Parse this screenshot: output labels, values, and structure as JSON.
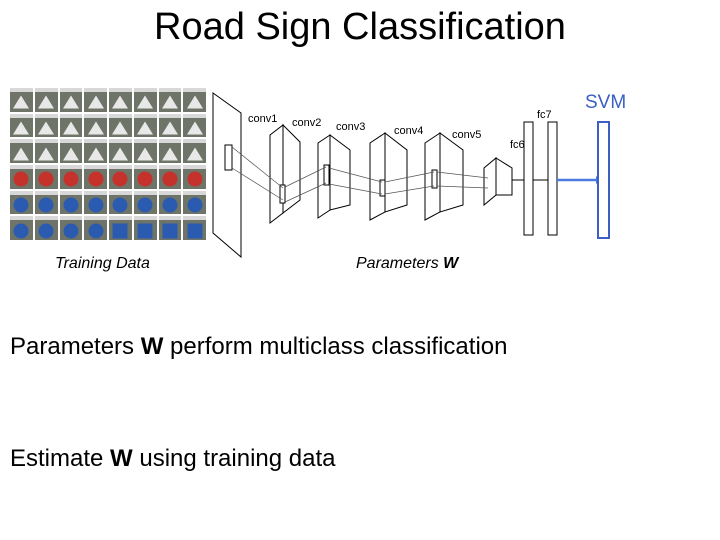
{
  "title": "Road Sign Classification",
  "training_caption": "Training Data",
  "parameters_caption_prefix": "Parameters ",
  "parameters_caption_symbol": "W",
  "svm_label": "SVM",
  "layers": {
    "conv1": "conv1",
    "conv2": "conv2",
    "conv3": "conv3",
    "conv4": "conv4",
    "conv5": "conv5",
    "fc6": "fc6",
    "fc7": "fc7"
  },
  "bullets": [
    {
      "pre": "Parameters ",
      "symbol": "W",
      "post": " perform multiclass classification"
    },
    {
      "pre": "Estimate ",
      "symbol": "W",
      "post": " using training data"
    }
  ],
  "sign_grid": {
    "rows": [
      [
        "triangle",
        "triangle",
        "triangle",
        "triangle",
        "triangle",
        "triangle",
        "triangle",
        "triangle"
      ],
      [
        "triangle",
        "triangle",
        "triangle",
        "triangle",
        "triangle",
        "triangle",
        "triangle",
        "triangle"
      ],
      [
        "triangle",
        "triangle",
        "triangle",
        "triangle",
        "triangle",
        "triangle",
        "triangle",
        "triangle"
      ],
      [
        "circle-red",
        "circle-red",
        "circle-red",
        "circle-red",
        "circle-red",
        "circle-red",
        "circle-red",
        "circle-red"
      ],
      [
        "circle-blue",
        "circle-blue",
        "circle-blue",
        "circle-blue",
        "circle-blue",
        "circle-blue",
        "circle-blue",
        "circle-blue"
      ],
      [
        "circle-blue",
        "circle-blue",
        "circle-blue",
        "circle-blue",
        "square-blue",
        "square-blue",
        "square-blue",
        "square-blue"
      ]
    ],
    "colors": {
      "circle-red": "#c4322b",
      "circle-blue": "#2a5bb0",
      "square-blue": "#2a5bb0"
    }
  },
  "colors": {
    "svm": "#3b5fc4",
    "arrow": "#4a7be0"
  }
}
